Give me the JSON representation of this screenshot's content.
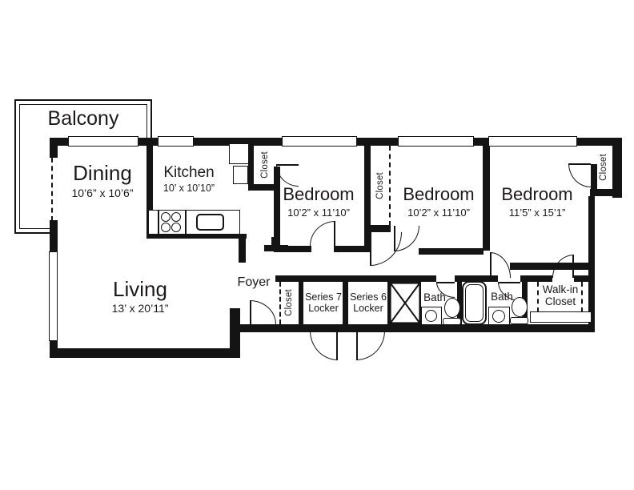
{
  "rooms": {
    "balcony": {
      "name": "Balcony"
    },
    "dining": {
      "name": "Dining",
      "dims": "10’6” x 10’6”"
    },
    "kitchen": {
      "name": "Kitchen",
      "dims": "10’ x 10’10”"
    },
    "bedroom1": {
      "name": "Bedroom",
      "dims": "10’2” x 11’10”"
    },
    "bedroom2": {
      "name": "Bedroom",
      "dims": "10’2” x 11’10”"
    },
    "bedroom3": {
      "name": "Bedroom",
      "dims": "11’5” x 15’1”"
    },
    "living": {
      "name": "Living",
      "dims": "13’ x 20’11”"
    },
    "foyer": {
      "name": "Foyer"
    },
    "bath1": {
      "name": "Bath"
    },
    "bath2": {
      "name": "Bath"
    },
    "walk_in_closet": {
      "name": "Walk-in Closet"
    },
    "locker7": {
      "name": "Series 7 Locker"
    },
    "locker6": {
      "name": "Series 6 Locker"
    },
    "closet_kitchen": {
      "name": "Closet"
    },
    "closet_hall": {
      "name": "Closet"
    },
    "closet_foyer": {
      "name": "Closet"
    },
    "closet_bedroom3": {
      "name": "Closet"
    }
  },
  "colors": {
    "line": "#141414",
    "text": "#1c1a1b",
    "background": "#ffffff"
  }
}
